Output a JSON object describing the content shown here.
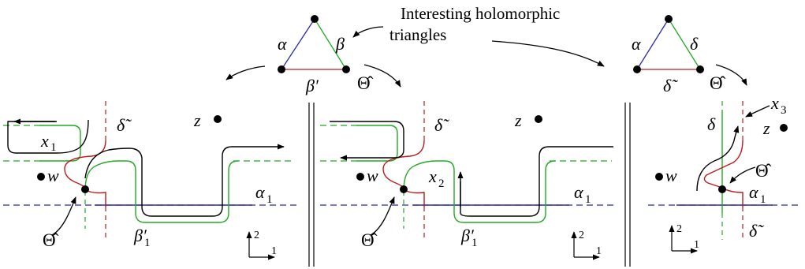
{
  "caption": {
    "line1": "Interesting holomorphic",
    "line2": "triangles"
  },
  "triangles": [
    {
      "alpha": "α",
      "beta": "β",
      "bottom": "β′",
      "corner": "Θ̂"
    },
    {
      "alpha": "α",
      "delta": "δ",
      "bottom": "δ̃",
      "corner": "Θ̂"
    }
  ],
  "panel1": {
    "z": "z",
    "w": "w",
    "x": "x",
    "xsub": "1",
    "delta": "δ̃",
    "alpha": "α",
    "alphasub": "1",
    "beta": "β′",
    "betasub": "1",
    "theta": "Θ̂",
    "ax_v": "2",
    "ax_h": "1"
  },
  "panel2": {
    "z": "z",
    "w": "w",
    "x": "x",
    "xsub": "2",
    "delta": "δ̃",
    "alpha": "α",
    "alphasub": "1",
    "beta": "β′",
    "betasub": "1",
    "theta": "Θ̂",
    "ax_v": "2",
    "ax_h": "1"
  },
  "panel3": {
    "z": "z",
    "w": "w",
    "x": "x",
    "xsub": "3",
    "delta_top": "δ",
    "delta_bottom": "δ̃",
    "alpha": "α",
    "alphasub": "1",
    "theta": "Θ̂",
    "ax_v": "2",
    "ax_h": "1"
  },
  "colors": {
    "alpha": "#2a2aa8",
    "beta": "#22aa22",
    "delta": "#bb1c1c",
    "ink": "#000000"
  }
}
